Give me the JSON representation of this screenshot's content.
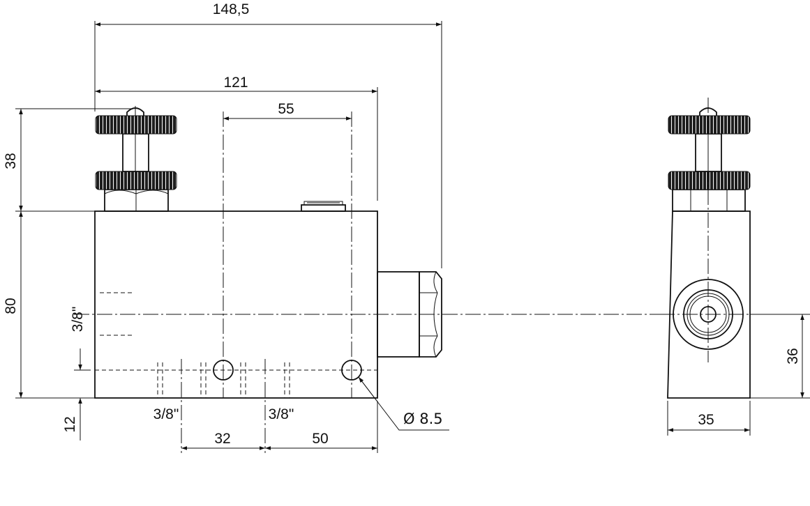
{
  "drawing": {
    "dimensions": {
      "overall_length": "148,5",
      "body_length": "121",
      "port_spacing_top": "55",
      "knob_height": "38",
      "body_height": "80",
      "bottom_offset": "12",
      "port_spacing_a": "32",
      "port_spacing_b": "50",
      "side_height": "36",
      "side_width": "35"
    },
    "labels": {
      "thread_side": "3/8\"",
      "thread_bottom_1": "3/8\"",
      "thread_bottom_2": "3/8\"",
      "hole_diameter": "Ø 8.5"
    }
  }
}
